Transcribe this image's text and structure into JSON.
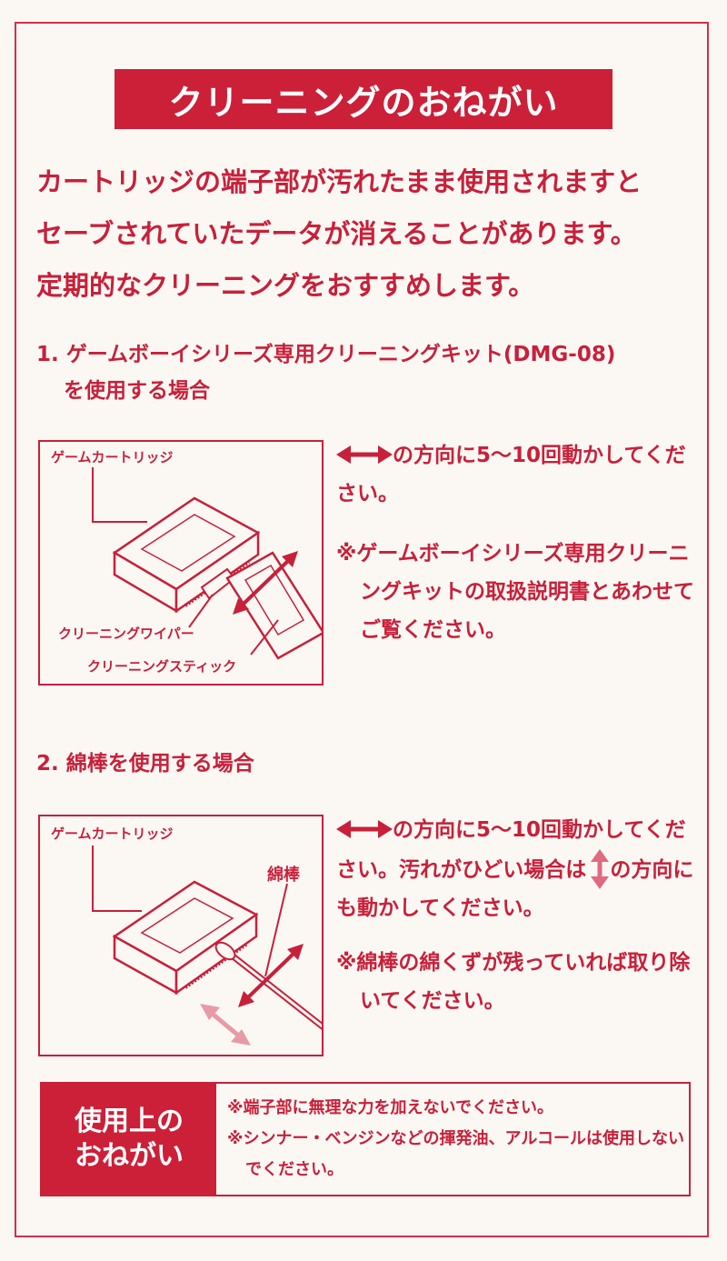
{
  "title": "クリーニングのおねがい",
  "intro": [
    "カートリッジの端子部が汚れたまま使用されますと",
    "セーブされていたデータが消えることがあります。",
    "定期的なクリーニングをおすすめします。"
  ],
  "section1": {
    "heading_line1": "1. ゲームボーイシリーズ専用クリーニングキット(DMG-08)",
    "heading_line2": "を使用する場合",
    "figure": {
      "label_cartridge": "ゲームカートリッジ",
      "label_wiper": "クリーニングワイパー",
      "label_stick": "クリーニングスティック"
    },
    "instruction": "の方向に5～10回動かしてください。",
    "note": "※ゲームボーイシリーズ専用クリーニングキットの取扱説明書とあわせてご覧ください。"
  },
  "section2": {
    "heading": "2. 綿棒を使用する場合",
    "figure": {
      "label_cartridge": "ゲームカートリッジ",
      "label_swab": "綿棒"
    },
    "instruction_a": "の方向に5～10回動かしてください。汚れがひどい場合は",
    "instruction_b": "の方向にも動かしてください。",
    "note": "※綿棒の綿くずが残っていれば取り除いてください。"
  },
  "caution": {
    "label_line1": "使用上の",
    "label_line2": "おねがい",
    "items": [
      "※端子部に無理な力を加えないでください。",
      "※シンナー・ベンジンなどの揮発油、アルコールは使用しないでください。"
    ]
  },
  "colors": {
    "accent": "#cc2038",
    "light_accent": "#e89aa6",
    "paper": "#fbf8f4"
  },
  "icons": {
    "horizontal_arrow": "double-arrow-horizontal-icon",
    "vertical_arrow": "double-arrow-vertical-icon"
  }
}
